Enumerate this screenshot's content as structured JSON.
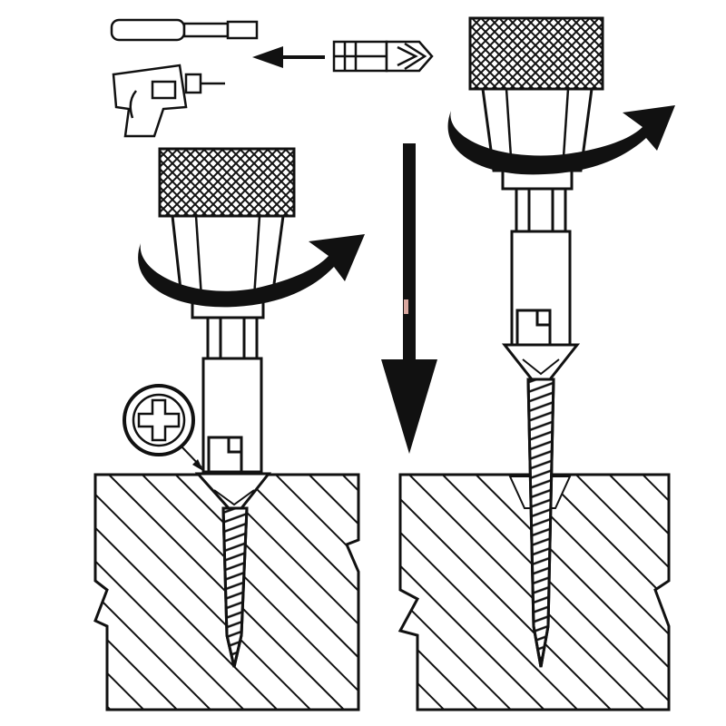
{
  "diagram": {
    "ink_color": "#111111",
    "paper_color": "#ffffff",
    "accent_color": "#d9a8a0",
    "panels": [
      {
        "id": "before",
        "state": "bit-engaged-in-screw-head"
      },
      {
        "id": "after",
        "state": "screw-extracted-from-wood"
      }
    ],
    "icons": [
      "screwdriver-icon",
      "power-drill-icon",
      "extractor-bit-icon",
      "left-arrow-icon",
      "down-arrow-icon",
      "rotation-arrow-icon",
      "phillips-head-detail-icon"
    ]
  }
}
